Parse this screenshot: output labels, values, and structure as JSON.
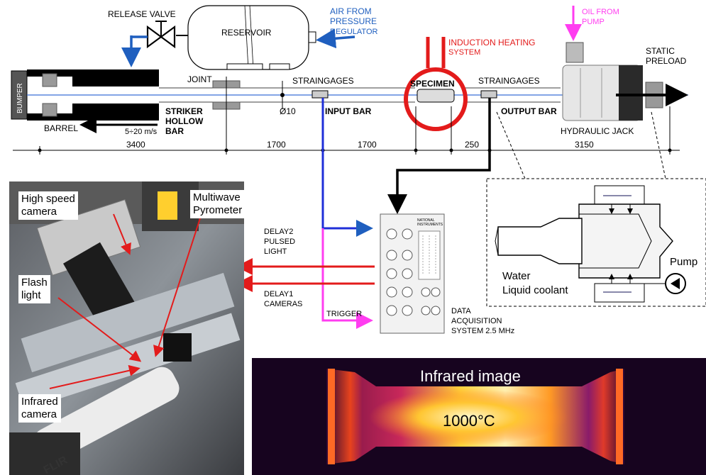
{
  "top_labels": {
    "release_valve": "RELEASE VALVE",
    "reservoir": "RESERVOIR",
    "air_from": "AIR FROM",
    "pressure": "PRESSURE",
    "regulator": "REGULATOR",
    "induction_heating": "INDUCTION HEATING",
    "system": "SYSTEM",
    "oil_from": "OIL FROM",
    "pump": "PUMP",
    "static": "STATIC",
    "preload": "PRELOAD",
    "joint": "JOINT",
    "straingages_left": "STRAINGAGES",
    "straingages_right": "STRAINGAGES",
    "specimen": "SPECIMEN",
    "bumper": "BUMPER",
    "striker": "STRIKER",
    "hollow": "HOLLOW",
    "bar": "BAR",
    "barrel": "BARREL",
    "speed": "5÷20 m/s",
    "diameter": "Ø10",
    "input_bar": "INPUT BAR",
    "output_bar": "OUTPUT BAR",
    "hydraulic_jack": "HYDRAULIC JACK"
  },
  "dimensions": [
    "3400",
    "1700",
    "1700",
    "250",
    "3150"
  ],
  "acquisition": {
    "delay2_line1": "DELAY2",
    "delay2_line2": "PULSED",
    "delay2_line3": "LIGHT",
    "delay1_line1": "DELAY1",
    "delay1_line2": "CAMERAS",
    "trigger": "TRIGGER",
    "data": "DATA",
    "acquisition": "ACQUISITION",
    "system": "SYSTEM    2.5 MHz",
    "brand_line1": "NATIONAL",
    "brand_line2": "INSTRUMENTS"
  },
  "detail": {
    "water": "Water",
    "liquid_coolant": "Liquid coolant",
    "pump": "Pump"
  },
  "photo_labels": {
    "high_speed_camera_1": "High speed",
    "high_speed_camera_2": "camera",
    "multiwave_1": "Multiwave",
    "multiwave_2": "Pyrometer",
    "flash_1": "Flash",
    "flash_2": "light",
    "infrared_1": "Infrared",
    "infrared_2": "camera",
    "flir": "FLIR"
  },
  "infrared": {
    "title": "Infrared image",
    "temperature": "1000°C"
  },
  "colors": {
    "blue": "#1f5fbf",
    "red": "#e31b1b",
    "magenta": "#ff3df0",
    "black": "#000000",
    "axis_blue": "#3a6fd8"
  }
}
